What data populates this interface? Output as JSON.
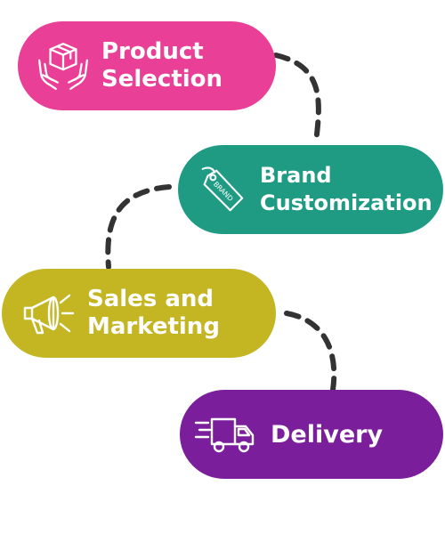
{
  "steps": [
    {
      "icon": "hands-box-icon",
      "color": "#ea3f96",
      "lines": [
        "Product",
        "Selection"
      ]
    },
    {
      "icon": "brand-tag-icon",
      "color": "#1f9b84",
      "lines": [
        "Brand",
        "Customization"
      ],
      "tag_text": "BRAND"
    },
    {
      "icon": "megaphone-icon",
      "color": "#c4b623",
      "lines": [
        "Sales and",
        "Marketing"
      ]
    },
    {
      "icon": "delivery-truck-icon",
      "color": "#7b1e9b",
      "lines": [
        "Delivery"
      ]
    }
  ],
  "connector": {
    "style": "dashed",
    "color": "#333333"
  }
}
